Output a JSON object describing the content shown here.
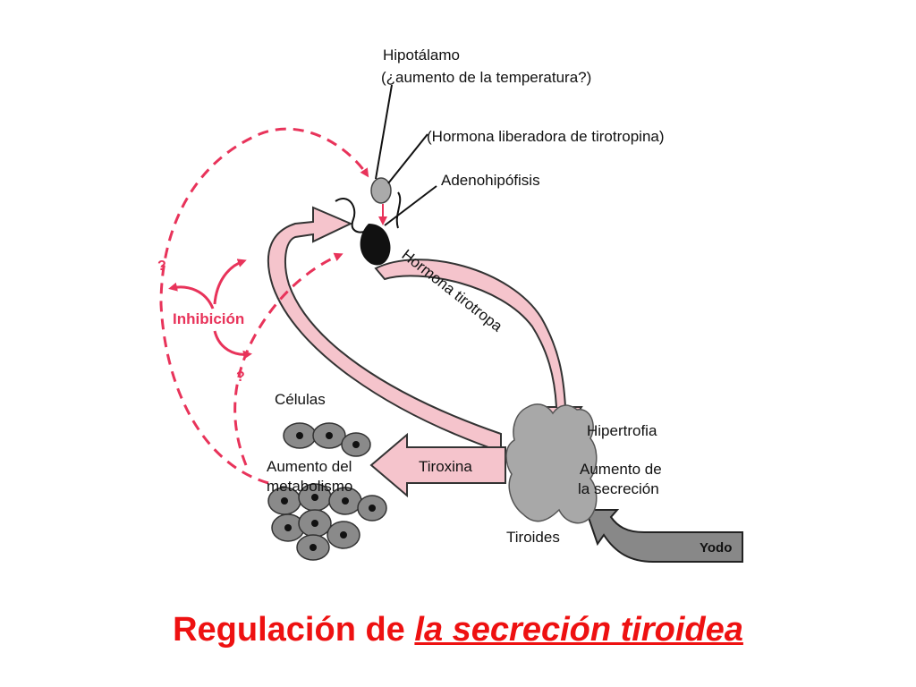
{
  "labels": {
    "hypothalamus": "Hipotálamo",
    "hypothalamus_note": "(¿aumento de la temperatura?)",
    "trh": "(Hormona liberadora de tirotropina)",
    "adenohypophysis": "Adenohipófisis",
    "tsh": "Hormona tirotropa",
    "cells": "Células",
    "metabolism_line1": "Aumento del",
    "metabolism_line2": "metabolismo",
    "thyroxine": "Tiroxina",
    "hypertrophy": "Hipertrofia",
    "secretion_line1": "Aumento de",
    "secretion_line2": "la secreción",
    "thyroid": "Tiroides",
    "iodine": "Yodo",
    "inhibition": "Inhibición",
    "question_upper": "?",
    "question_lower": "?"
  },
  "title": {
    "prefix": "Regulación de ",
    "emphasis": "la secreción tiroidea"
  },
  "colors": {
    "pink_fill": "#f5c4cc",
    "dashed_red": "#e8335a",
    "gland_gray": "#a8a8a8",
    "title_red": "#ee1111"
  }
}
